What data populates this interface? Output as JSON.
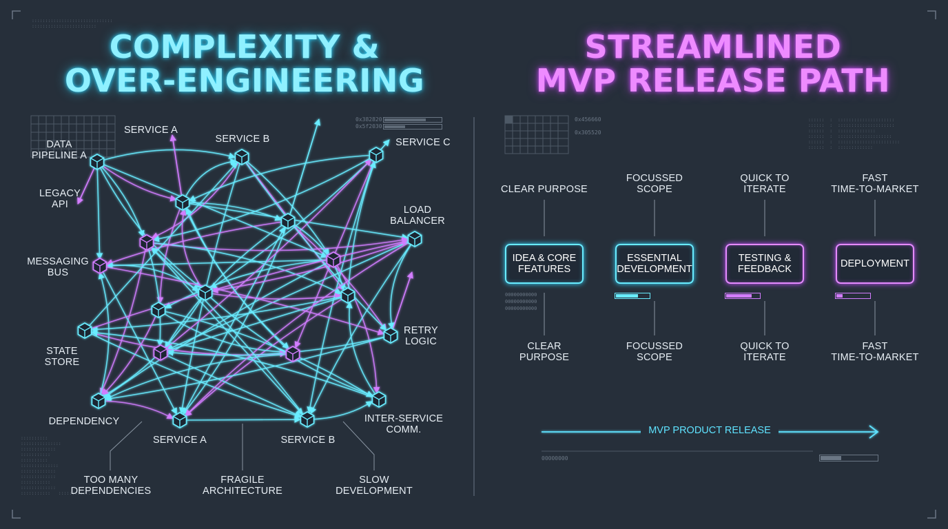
{
  "left_panel": {
    "title": [
      "COMPLEXITY &",
      "OVER-ENGINEERING"
    ],
    "hex_readout": [
      "0x382820",
      "0x5f2030"
    ],
    "nodes": [
      {
        "id": "pipeline",
        "label": [
          "DATA",
          "PIPELINE A"
        ],
        "color": "cyan"
      },
      {
        "id": "legacy-api",
        "label": [
          "LEGACY",
          "API"
        ],
        "color": "none"
      },
      {
        "id": "service-a-top",
        "label": [
          "SERVICE A"
        ],
        "color": "none"
      },
      {
        "id": "service-b-top",
        "label": [
          "SERVICE B"
        ],
        "color": "cyan"
      },
      {
        "id": "service-c",
        "label": [
          "SERVICE C"
        ],
        "color": "cyan"
      },
      {
        "id": "load-balancer",
        "label": [
          "LOAD",
          "BALANCER"
        ],
        "color": "cyan"
      },
      {
        "id": "messaging-bus",
        "label": [
          "MESSAGING",
          "BUS"
        ],
        "color": "magenta"
      },
      {
        "id": "retry-logic",
        "label": [
          "RETRY",
          "LOGIC"
        ],
        "color": "cyan"
      },
      {
        "id": "state-store",
        "label": [
          "STATE",
          "STORE"
        ],
        "color": "cyan"
      },
      {
        "id": "dependency",
        "label": [
          "DEPENDENCY"
        ],
        "color": "cyan"
      },
      {
        "id": "service-a-bottom",
        "label": [
          "SERVICE A"
        ],
        "color": "cyan"
      },
      {
        "id": "service-b-bottom",
        "label": [
          "SERVICE B"
        ],
        "color": "cyan"
      },
      {
        "id": "inter-service",
        "label": [
          "INTER-SERVICE",
          "COMM."
        ],
        "color": "cyan"
      }
    ],
    "footer_labels": [
      [
        "TOO MANY",
        "DEPENDENCIES"
      ],
      [
        "FRAGILE",
        "ARCHITECTURE"
      ],
      [
        "SLOW",
        "DEVELOPMENT"
      ]
    ]
  },
  "right_panel": {
    "title": [
      "STREAMLINED",
      "MVP RELEASE PATH"
    ],
    "hex_readout": [
      "0x456660",
      "0x305520"
    ],
    "steps": [
      {
        "label": [
          "IDEA & CORE",
          "FEATURES"
        ],
        "color": "cyan",
        "top_note": [
          "CLEAR PURPOSE"
        ],
        "bottom_note": [
          "CLEAR",
          "PURPOSE"
        ],
        "progress": null,
        "side_code": [
          "00000000000",
          "00000000000",
          "00000000000"
        ]
      },
      {
        "label": [
          "ESSENTIAL",
          "DEVELOPMENT"
        ],
        "color": "cyan",
        "top_note": [
          "FOCUSSED",
          "SCOPE"
        ],
        "bottom_note": [
          "FOCUSSED",
          "SCOPE"
        ],
        "progress": 0.7
      },
      {
        "label": [
          "TESTING &",
          "FEEDBACK"
        ],
        "color": "magenta",
        "top_note": [
          "QUICK TO",
          "ITERATE"
        ],
        "bottom_note": [
          "QUICK TO",
          "ITERATE"
        ],
        "progress": 0.8
      },
      {
        "label": [
          "DEPLOYMENT"
        ],
        "color": "magenta",
        "top_note": [
          "FAST",
          "TIME-TO-MARKET"
        ],
        "bottom_note": [
          "FAST",
          "TIME-TO-MARKET"
        ],
        "progress": 0.2
      }
    ],
    "release_label": "MVP PRODUCT RELEASE",
    "footer_code": "00000000"
  },
  "colors": {
    "background": "#262f3a",
    "cyan": "#69ecff",
    "magenta": "#d27dff",
    "divider": "#6b7785"
  }
}
